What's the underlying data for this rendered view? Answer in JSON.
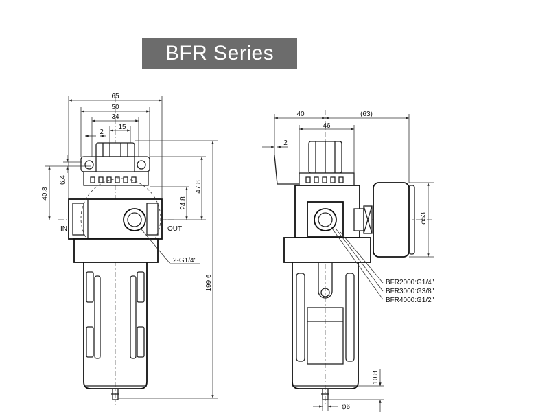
{
  "title": "BFR Series",
  "front_view": {
    "dim_65": "65",
    "dim_50": "50",
    "dim_34": "34",
    "dim_15": "15",
    "dim_2": "2",
    "dim_40_8": "40.8",
    "dim_6_4": "6.4",
    "dim_47_8": "47.8",
    "dim_24_8": "24.8",
    "dim_199_6": "199.6",
    "label_in": "IN",
    "label_out": "OUT",
    "port_label": "2-G1/4\""
  },
  "side_view": {
    "dim_40": "40",
    "dim_63": "(63)",
    "dim_46": "46",
    "dim_2": "2",
    "dim_phi53": "φ53",
    "dim_10_8": "10.8",
    "dim_phi6": "φ6",
    "models": [
      "BFR2000:G1/4\"",
      "BFR3000:G3/8\"",
      "BFR4000:G1/2\""
    ]
  },
  "colors": {
    "title_bg": "#6c6c6c",
    "title_text": "#ffffff",
    "line": "#222222"
  }
}
